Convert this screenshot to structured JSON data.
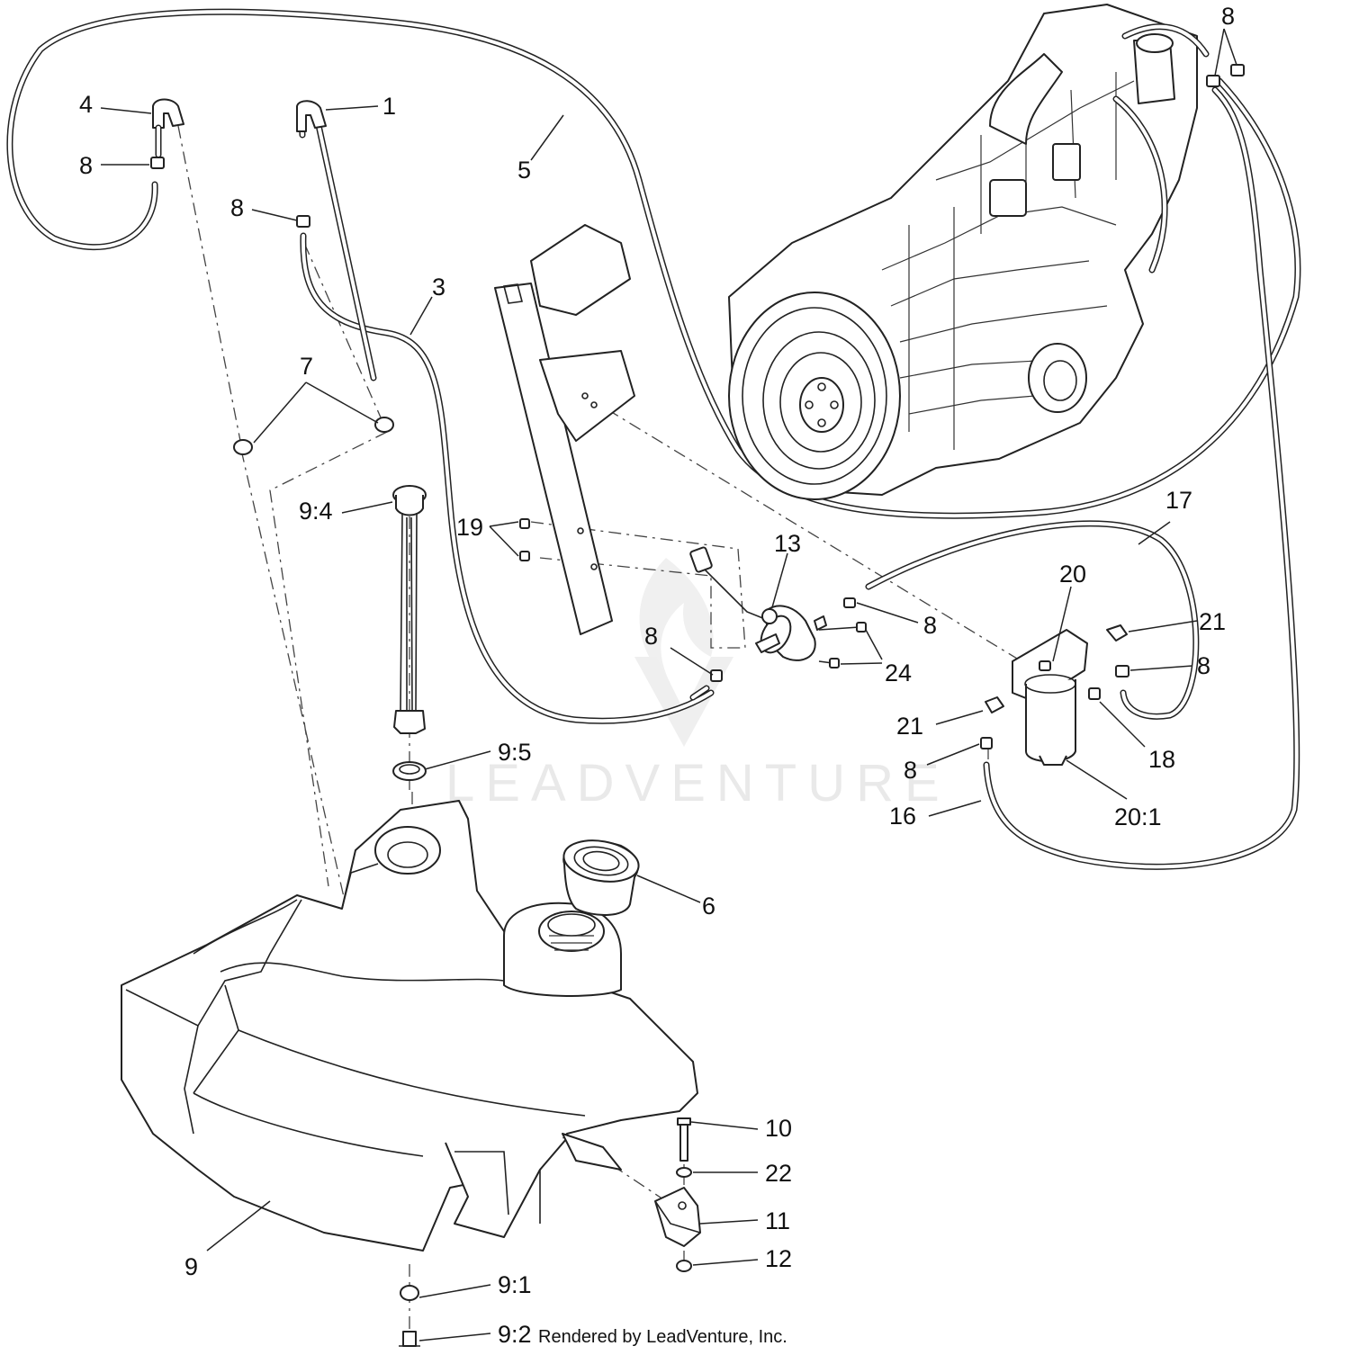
{
  "watermark": "LEADVENTURE",
  "credit": "Rendered by LeadVenture, Inc.",
  "callouts": [
    {
      "id": "c4",
      "text": "4"
    },
    {
      "id": "c1",
      "text": "1"
    },
    {
      "id": "c8a",
      "text": "8"
    },
    {
      "id": "c8b",
      "text": "8"
    },
    {
      "id": "c8c",
      "text": "8"
    },
    {
      "id": "c5",
      "text": "5"
    },
    {
      "id": "c3",
      "text": "3"
    },
    {
      "id": "c7",
      "text": "7"
    },
    {
      "id": "c9_4",
      "text": "9:4"
    },
    {
      "id": "c19",
      "text": "19"
    },
    {
      "id": "c13",
      "text": "13"
    },
    {
      "id": "c17",
      "text": "17"
    },
    {
      "id": "c20",
      "text": "20"
    },
    {
      "id": "c21a",
      "text": "21"
    },
    {
      "id": "c8d",
      "text": "8"
    },
    {
      "id": "c8e",
      "text": "8"
    },
    {
      "id": "c24",
      "text": "24"
    },
    {
      "id": "c8f",
      "text": "8"
    },
    {
      "id": "c21b",
      "text": "21"
    },
    {
      "id": "c18",
      "text": "18"
    },
    {
      "id": "c8g",
      "text": "8"
    },
    {
      "id": "c16",
      "text": "16"
    },
    {
      "id": "c20_1",
      "text": "20:1"
    },
    {
      "id": "c9_5",
      "text": "9:5"
    },
    {
      "id": "c6",
      "text": "6"
    },
    {
      "id": "c10",
      "text": "10"
    },
    {
      "id": "c22",
      "text": "22"
    },
    {
      "id": "c11",
      "text": "11"
    },
    {
      "id": "c12",
      "text": "12"
    },
    {
      "id": "c9",
      "text": "9"
    },
    {
      "id": "c9_1",
      "text": "9:1"
    },
    {
      "id": "c9_2",
      "text": "9:2"
    }
  ]
}
